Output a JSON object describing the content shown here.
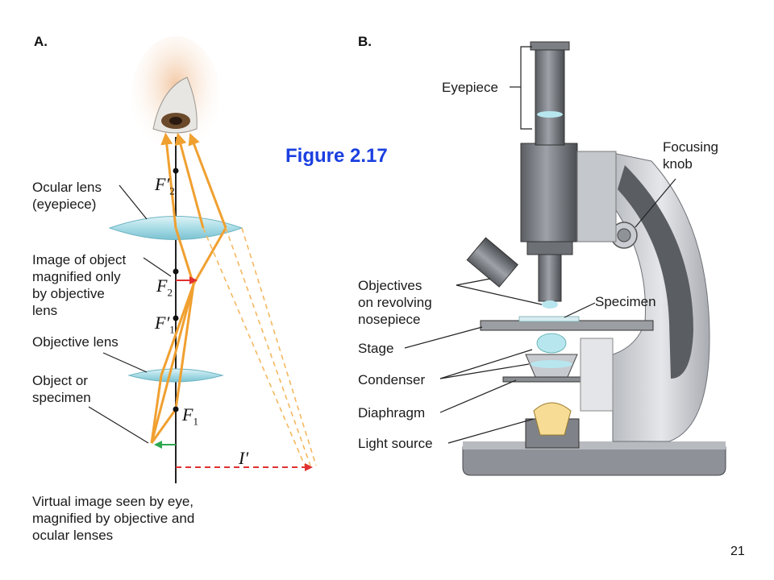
{
  "figure_title": "Figure 2.17",
  "page_number": "21",
  "colors": {
    "ray": "#f0a030",
    "image_arrow": "#e03030",
    "object_arrow": "#2fa84f",
    "lens": "#a8dce6",
    "title": "#1a3fe0"
  },
  "panel_a": {
    "letter": "A.",
    "labels": {
      "ocular_lens": "Ocular lens\n(eyepiece)",
      "image_of_object": "Image of object\nmagnified only\nby objective\nlens",
      "objective_lens": "Objective lens",
      "object_specimen": "Object or\nspecimen",
      "virtual_image": "Virtual image seen by eye,\nmagnified by objective and\nocular lenses"
    },
    "focal": {
      "f2p": "F′",
      "f2p_sub": "2",
      "f2": "F",
      "f2_sub": "2",
      "f1p": "F′",
      "f1p_sub": "1",
      "f1": "F",
      "f1_sub": "1",
      "iprime": "I′"
    }
  },
  "panel_b": {
    "letter": "B.",
    "labels": {
      "eyepiece": "Eyepiece",
      "focusing_knob": "Focusing\nknob",
      "objectives": "Objectives\non revolving\nnosepiece",
      "specimen": "Specimen",
      "stage": "Stage",
      "condenser": "Condenser",
      "diaphragm": "Diaphragm",
      "light_source": "Light source"
    }
  }
}
